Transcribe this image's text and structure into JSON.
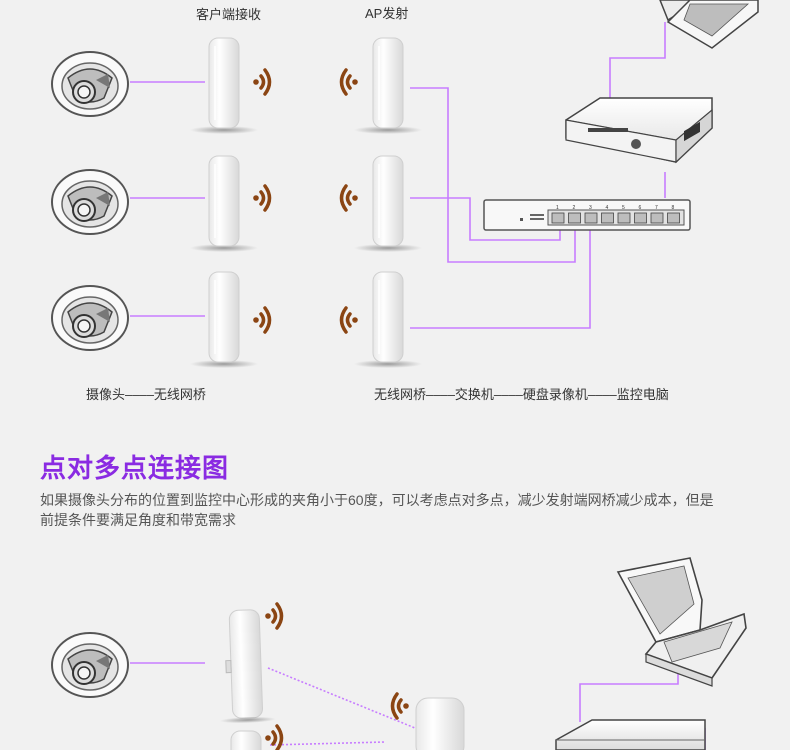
{
  "top": {
    "client_label": "客户端接收",
    "ap_label": "AP发射",
    "caption_left": "摄像头––––无线网桥",
    "caption_right": "无线网桥––––交换机––––硬盘录像机––––监控电脑"
  },
  "section": {
    "title": "点对多点连接图",
    "description": "如果摄像头分布的位置到监控中心形成的夹角小于60度，可以考虑点对多点，减少发射端网桥减少成本，但是前提条件要满足角度和带宽需求"
  },
  "colors": {
    "background": "#f1f1f1",
    "link_line": "#c77dff",
    "signal": "#8b4513",
    "title": "#8a2be2"
  },
  "switch_ports": [
    "1",
    "2",
    "3",
    "4",
    "5",
    "6",
    "7",
    "8"
  ]
}
